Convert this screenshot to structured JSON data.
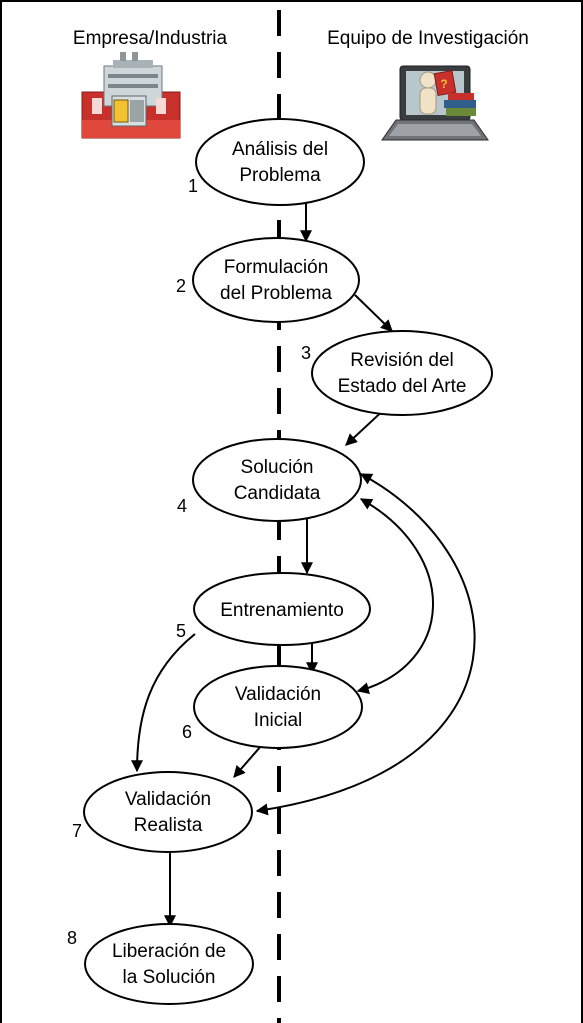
{
  "columns": {
    "left": "Empresa/Industria",
    "right": "Equipo de Investigación"
  },
  "icons": {
    "left": "factory-icon",
    "right": "laptop-research-icon"
  },
  "steps": [
    {
      "num": "1",
      "line1": "Análisis del",
      "line2": "Problema"
    },
    {
      "num": "2",
      "line1": "Formulación",
      "line2": "del Problema"
    },
    {
      "num": "3",
      "line1": "Revisión del",
      "line2": "Estado del Arte"
    },
    {
      "num": "4",
      "line1": "Solución",
      "line2": "Candidata"
    },
    {
      "num": "5",
      "line1": "Entrenamiento",
      "line2": ""
    },
    {
      "num": "6",
      "line1": "Validación",
      "line2": "Inicial"
    },
    {
      "num": "7",
      "line1": "Validación",
      "line2": "Realista"
    },
    {
      "num": "8",
      "line1": "Liberación de",
      "line2": "la Solución"
    }
  ]
}
